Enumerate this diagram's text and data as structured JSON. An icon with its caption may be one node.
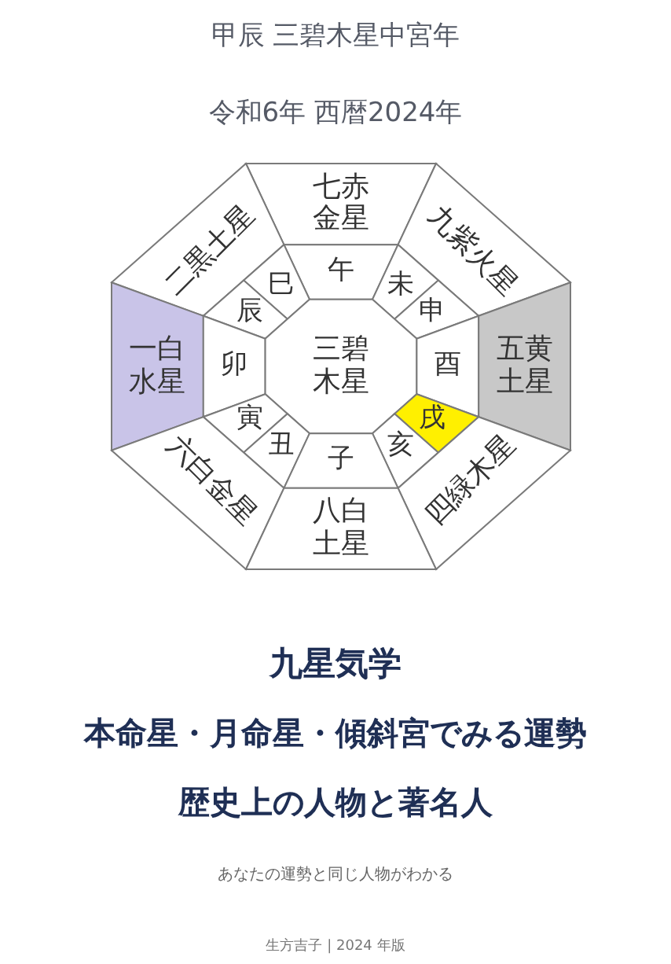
{
  "diagram": {
    "nodes": [
      {
        "text": [
          "七赤金星"
        ]
      },
      {
        "text": [
          "二黒土星"
        ]
      },
      {
        "text": [
          "九紫火星"
        ]
      },
      {
        "text": [
          "午"
        ]
      },
      {
        "text": [
          "巳"
        ]
      },
      {
        "text": [
          "未"
        ]
      },
      {
        "text": [
          "辰"
        ]
      },
      {
        "text": [
          "申"
        ]
      },
      {
        "text": [
          "一白水星"
        ]
      },
      {
        "text": [
          "卯"
        ]
      },
      {
        "text": [
          "三碧木星"
        ]
      },
      {
        "text": [
          "酉"
        ]
      },
      {
        "text": [
          "五黄土星"
        ]
      },
      {
        "text": [
          "寅"
        ]
      },
      {
        "text": [
          "戌"
        ]
      },
      {
        "text": [
          "丑"
        ]
      },
      {
        "text": [
          "亥"
        ]
      },
      {
        "text": [
          "六白金星"
        ]
      },
      {
        "text": [
          "子"
        ]
      },
      {
        "text": [
          "四緑木星"
        ]
      },
      {
        "text": [
          "八白土星"
        ]
      }
    ],
    "labels": [
      "甲辰 三碧木星中宮年",
      "令和6年 西暦2024年",
      "九星気学",
      "本命星・月命星・傾斜宮でみる運勢",
      "歴史上の人物と著名人",
      "あなたの運勢と同じ人物がわかる",
      "生方吉子 | 2024 年版"
    ]
  }
}
